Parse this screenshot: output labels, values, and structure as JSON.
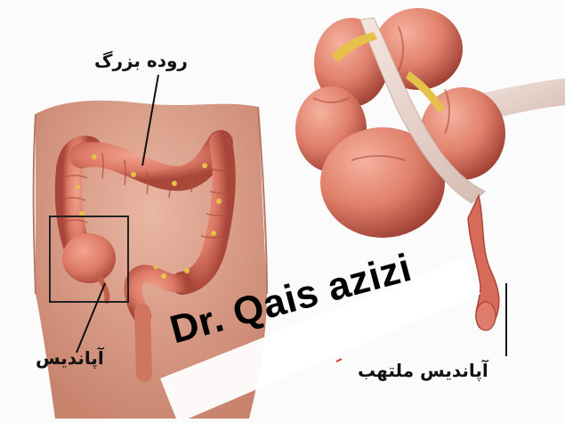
{
  "labels": {
    "colon": "روده بزرگ",
    "appendix": "آپاندیس",
    "inflamed_appendix": "آپاندیس ملتهب"
  },
  "watermark": "Dr. Qais azizi",
  "colors": {
    "skin": "#d99b86",
    "colon": "#dd7a66",
    "colon_dark": "#a9463a",
    "fat": "#e5c04a",
    "mesentery": "#e9d8d0",
    "box": "#222222"
  }
}
